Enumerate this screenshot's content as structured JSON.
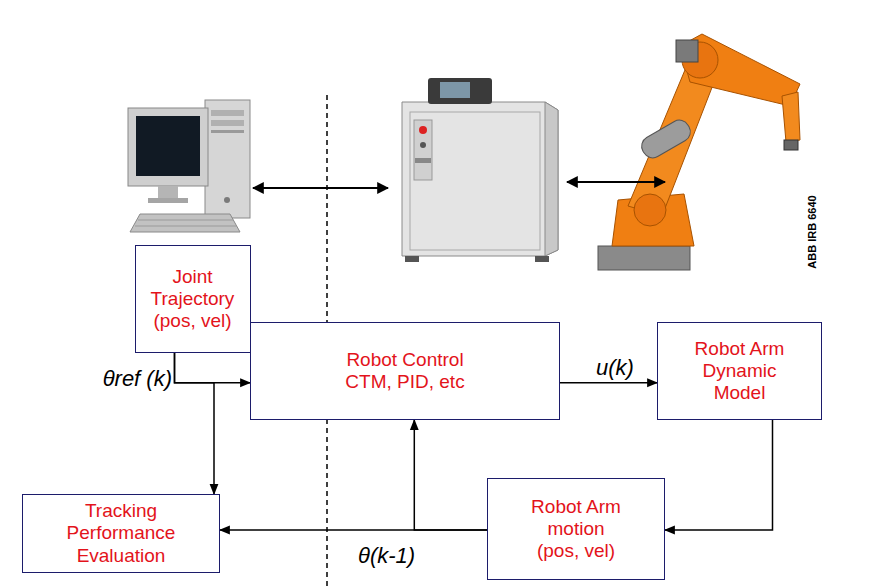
{
  "diagram": {
    "nodes": [
      {
        "text": [
          "Joint Trajectory (pos, vel)"
        ]
      },
      {
        "text": [
          "Robot Control CTM, PID, etc"
        ]
      },
      {
        "text": [
          "Robot Arm Dynamic Model"
        ]
      },
      {
        "text": [
          "Tracking Performance Evaluation"
        ]
      },
      {
        "text": [
          "Robot Arm motion (pos, vel)"
        ]
      }
    ],
    "edges": [
      {
        "from": 0,
        "to": 1,
        "arrow": "to",
        "label": "θref (k)"
      },
      {
        "from": 0,
        "to": 3,
        "arrow": "to"
      },
      {
        "from": 1,
        "to": 2,
        "arrow": "to",
        "label": "u(k)"
      },
      {
        "from": 2,
        "to": 4,
        "arrow": "to"
      },
      {
        "from": 4,
        "to": 3,
        "arrow": "to",
        "label": "θ(k-1)"
      },
      {
        "from": 4,
        "to": 1,
        "arrow": "to"
      }
    ],
    "labels": [
      "ABB IRB 6640"
    ]
  }
}
